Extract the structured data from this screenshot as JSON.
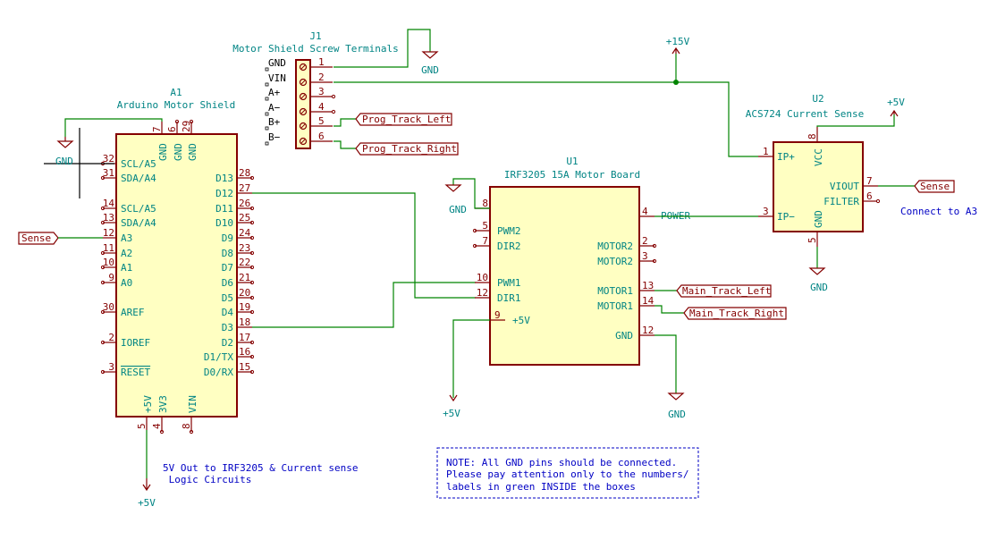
{
  "components": {
    "a1": {
      "ref": "A1",
      "value": "Arduino Motor Shield",
      "top_pins": [
        {
          "num": "7",
          "name": "GND"
        },
        {
          "num": "6",
          "name": "GND"
        },
        {
          "num": "29",
          "name": "GND"
        }
      ],
      "left_pins": [
        {
          "num": "32",
          "name": "SCL/A5"
        },
        {
          "num": "31",
          "name": "SDA/A4"
        },
        {
          "num": "14",
          "name": "SCL/A5"
        },
        {
          "num": "13",
          "name": "SDA/A4"
        },
        {
          "num": "12",
          "name": "A3"
        },
        {
          "num": "11",
          "name": "A2"
        },
        {
          "num": "10",
          "name": "A1"
        },
        {
          "num": "9",
          "name": "A0"
        },
        {
          "num": "30",
          "name": "AREF"
        },
        {
          "num": "2",
          "name": "IOREF"
        },
        {
          "num": "3",
          "name": "RESET"
        }
      ],
      "right_pins": [
        {
          "num": "28",
          "name": "D13"
        },
        {
          "num": "27",
          "name": "D12"
        },
        {
          "num": "26",
          "name": "D11"
        },
        {
          "num": "25",
          "name": "D10"
        },
        {
          "num": "24",
          "name": "D9"
        },
        {
          "num": "23",
          "name": "D8"
        },
        {
          "num": "22",
          "name": "D7"
        },
        {
          "num": "21",
          "name": "D6"
        },
        {
          "num": "20",
          "name": "D5"
        },
        {
          "num": "19",
          "name": "D4"
        },
        {
          "num": "18",
          "name": "D3"
        },
        {
          "num": "17",
          "name": "D2"
        },
        {
          "num": "16",
          "name": "D1/TX"
        },
        {
          "num": "15",
          "name": "D0/RX"
        }
      ],
      "bottom_pins": [
        {
          "num": "5",
          "name": "+5V"
        },
        {
          "num": "4",
          "name": "3V3"
        },
        {
          "num": "8",
          "name": "VIN"
        }
      ]
    },
    "j1": {
      "ref": "J1",
      "value": "Motor Shield Screw Terminals",
      "pins": [
        {
          "num": "1",
          "name": "GND"
        },
        {
          "num": "2",
          "name": "VIN"
        },
        {
          "num": "3",
          "name": "A+"
        },
        {
          "num": "4",
          "name": "A−"
        },
        {
          "num": "5",
          "name": "B+"
        },
        {
          "num": "6",
          "name": "B−"
        }
      ]
    },
    "u1": {
      "ref": "U1",
      "value": "IRF3205 15A Motor Board",
      "left_pins": [
        {
          "num": "8",
          "name": ""
        },
        {
          "num": "5",
          "name": "PWM2"
        },
        {
          "num": "7",
          "name": "DIR2"
        },
        {
          "num": "10",
          "name": "PWM1"
        },
        {
          "num": "12",
          "name": "DIR1"
        },
        {
          "num": "9",
          "name": "+5V"
        }
      ],
      "right_pins": [
        {
          "num": "4",
          "name": "POWER"
        },
        {
          "num": "2",
          "name": "MOTOR2"
        },
        {
          "num": "3",
          "name": "MOTOR2"
        },
        {
          "num": "13",
          "name": "MOTOR1"
        },
        {
          "num": "14",
          "name": "MOTOR1"
        },
        {
          "num": "12",
          "name": "GND"
        }
      ]
    },
    "u2": {
      "ref": "U2",
      "value": "ACS724 Current Sense",
      "pins": [
        {
          "num": "1",
          "name": "IP+"
        },
        {
          "num": "3",
          "name": "IP−"
        },
        {
          "num": "8",
          "name": "VCC"
        },
        {
          "num": "5",
          "name": "GND"
        },
        {
          "num": "7",
          "name": "VIOUT"
        },
        {
          "num": "6",
          "name": "FILTER"
        }
      ]
    }
  },
  "power_symbols": {
    "gnd": "GND",
    "p5v": "+5V",
    "p15v": "+15V"
  },
  "net_labels": {
    "sense": "Sense",
    "prog_left": "Prog_Track_Left",
    "prog_right": "Prog_Track_Right",
    "main_left": "Main_Track_Left",
    "main_right": "Main_Track_Right"
  },
  "notes": {
    "five_v_line1": "5V Out to IRF3205 & Current sense",
    "five_v_line2": " Logic Circuits",
    "connect_a3": "Connect to A3",
    "note_line1": "NOTE: All GND pins should be connected.",
    "note_line2": "Please pay attention only to the numbers/",
    "note_line3": "labels in green INSIDE the boxes"
  }
}
